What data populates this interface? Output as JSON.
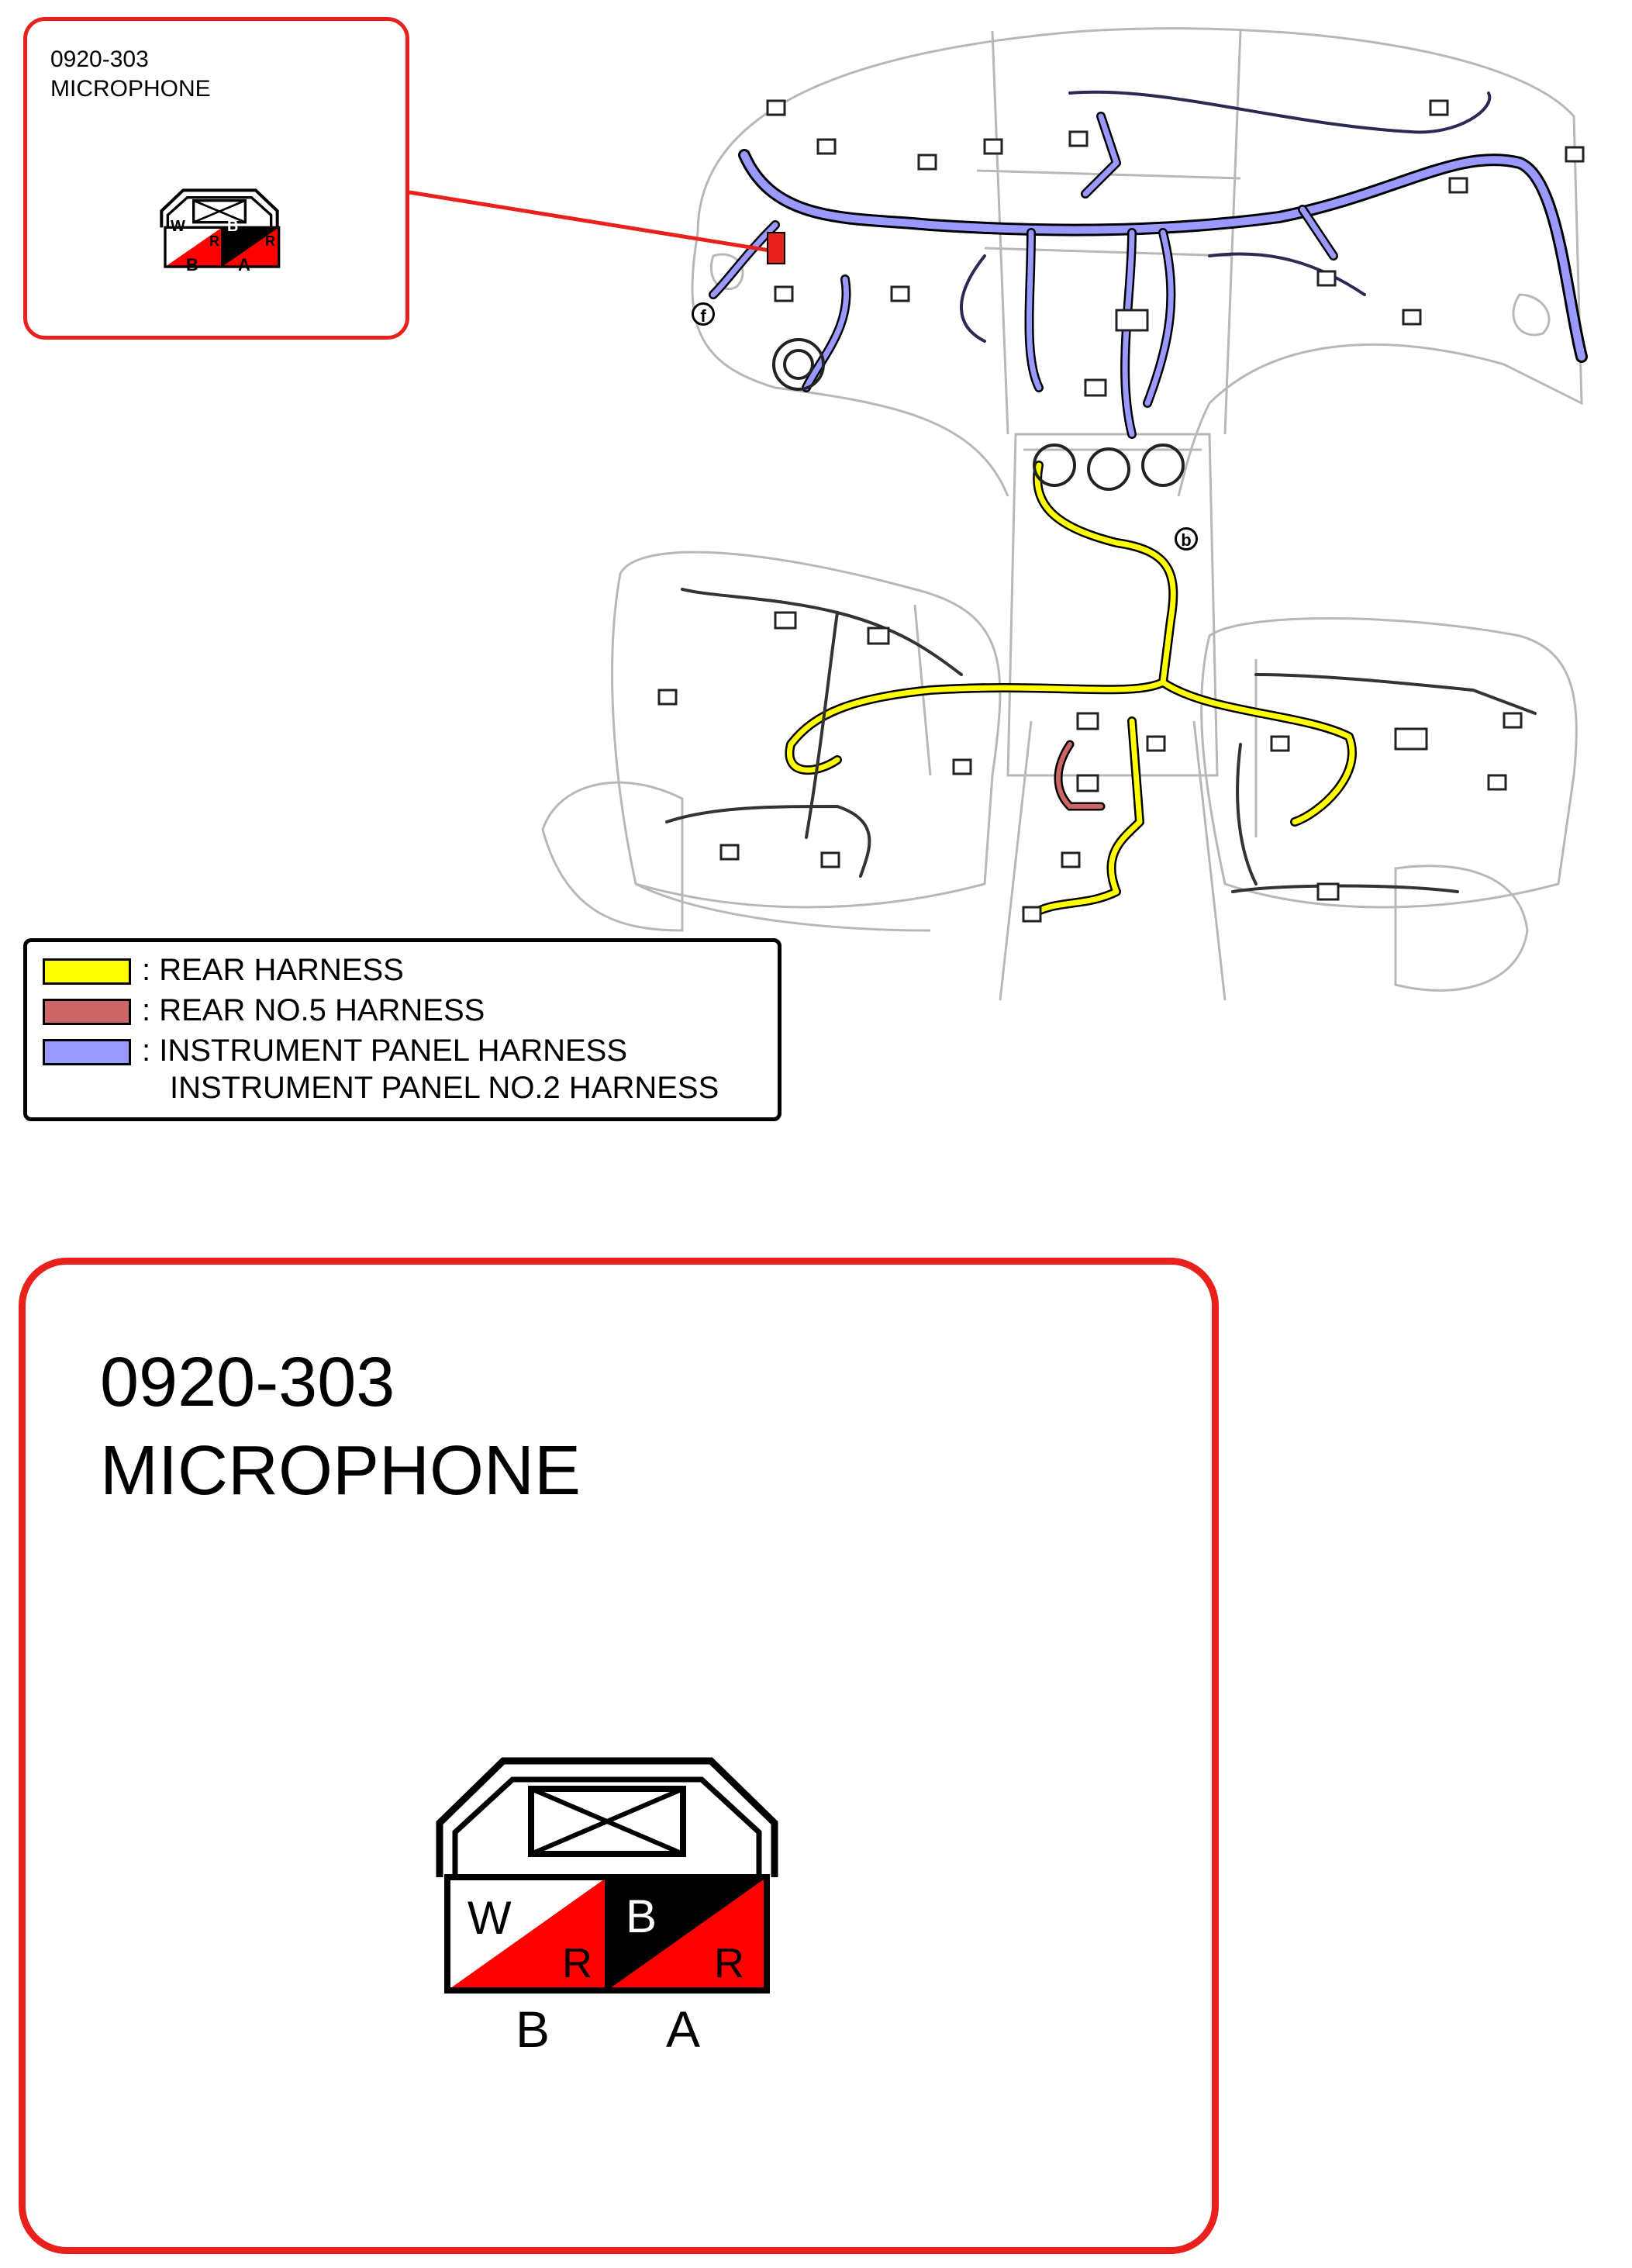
{
  "connector": {
    "code": "0920-303",
    "name": "MICROPHONE",
    "pins": [
      {
        "pin": "B",
        "wire_primary": "W",
        "wire_stripe": "R"
      },
      {
        "pin": "A",
        "wire_primary": "B",
        "wire_stripe": "R"
      }
    ]
  },
  "legend": {
    "items": [
      {
        "label": ": REAR HARNESS",
        "color": "#ffff00"
      },
      {
        "label": ": REAR NO.5 HARNESS",
        "color": "#cc6666"
      },
      {
        "label": ": INSTRUMENT PANEL HARNESS",
        "color": "#9999ff"
      }
    ],
    "continuation": "INSTRUMENT PANEL NO.2 HARNESS"
  },
  "diagram": {
    "markers": [
      "f",
      "b"
    ]
  },
  "colors": {
    "callout_border": "#e8211c",
    "wire_red": "#ff0000",
    "wire_black": "#000000",
    "wire_white": "#ffffff"
  }
}
